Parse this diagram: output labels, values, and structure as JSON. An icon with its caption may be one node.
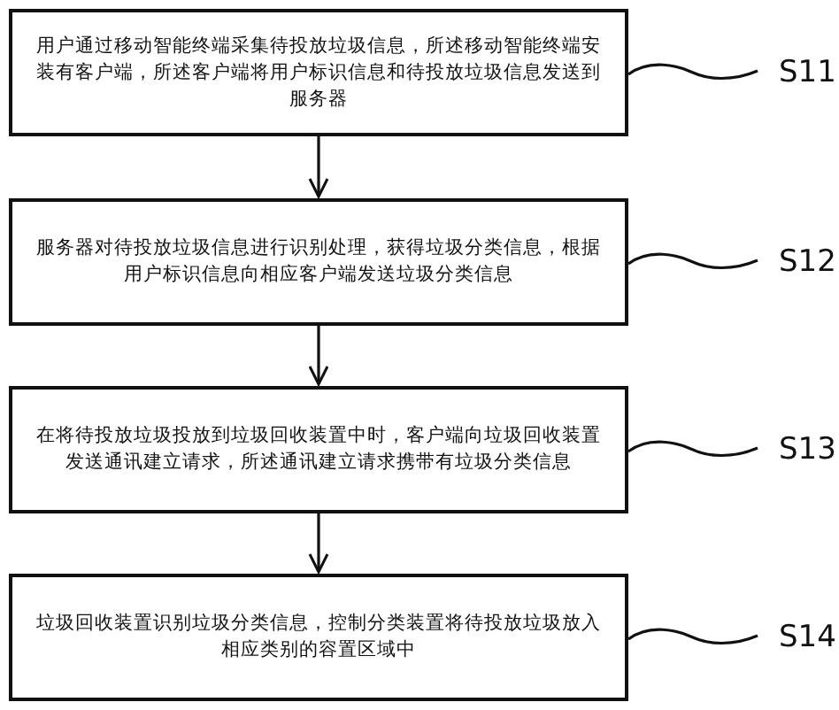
{
  "diagram": {
    "nodes": [
      {
        "text": [
          "用户通过移动智能终端采集待投放垃圾信息，所述移动智能终端安装有客户端，所述客户端将用户标识信息和待投放垃圾信息发送到服务器"
        ]
      },
      {
        "text": [
          "S11"
        ]
      },
      {
        "text": [
          "服务器对待投放垃圾信息进行识别处理，获得垃圾分类信息，根据用户标识信息向相应客户端发送垃圾分类信息"
        ]
      },
      {
        "text": [
          "S12"
        ]
      },
      {
        "text": [
          "在将待投放垃圾投放到垃圾回收装置中时，客户端向垃圾回收装置发送通讯建立请求，所述通讯建立请求携带有垃圾分类信息"
        ]
      },
      {
        "text": [
          "S13"
        ]
      },
      {
        "text": [
          "垃圾回收装置识别垃圾分类信息，控制分类装置将待投放垃圾放入相应类别的容置区域中"
        ]
      },
      {
        "text": [
          "S14"
        ]
      }
    ],
    "edges": [
      {
        "from": 0,
        "to": 2,
        "arrow": "to"
      },
      {
        "from": 2,
        "to": 4,
        "arrow": "to"
      },
      {
        "from": 4,
        "to": 6,
        "arrow": "to"
      },
      {
        "from": 1,
        "to": 0,
        "arrow": "none"
      },
      {
        "from": 3,
        "to": 2,
        "arrow": "none"
      },
      {
        "from": 5,
        "to": 4,
        "arrow": "none"
      },
      {
        "from": 7,
        "to": 6,
        "arrow": "none"
      }
    ]
  }
}
